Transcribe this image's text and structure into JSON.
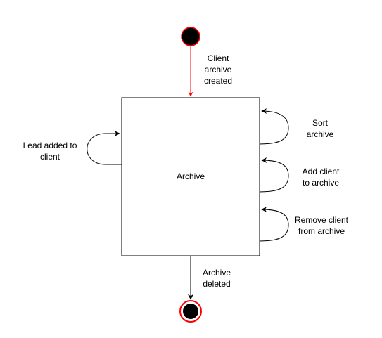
{
  "diagram": {
    "type": "state-diagram",
    "colors": {
      "start_fill": "#000000",
      "start_stroke": "#ff0000",
      "end_ring": "#ff0000",
      "end_inner": "#000000",
      "incoming_arrow": "#ff0000",
      "edges": "#000000",
      "state_fill": "#ffffff",
      "state_stroke": "#000000"
    },
    "state": {
      "label": "Archive"
    },
    "transitions": {
      "created": {
        "lines": [
          "Client",
          "archive",
          "created"
        ]
      },
      "lead_added": {
        "lines": [
          "Lead added to",
          "client"
        ]
      },
      "sort": {
        "lines": [
          "Sort",
          "archive"
        ]
      },
      "add_client": {
        "lines": [
          "Add client",
          "to archive"
        ]
      },
      "remove_client": {
        "lines": [
          "Remove client",
          "from archive"
        ]
      },
      "deleted": {
        "lines": [
          "Archive",
          "deleted"
        ]
      }
    }
  }
}
